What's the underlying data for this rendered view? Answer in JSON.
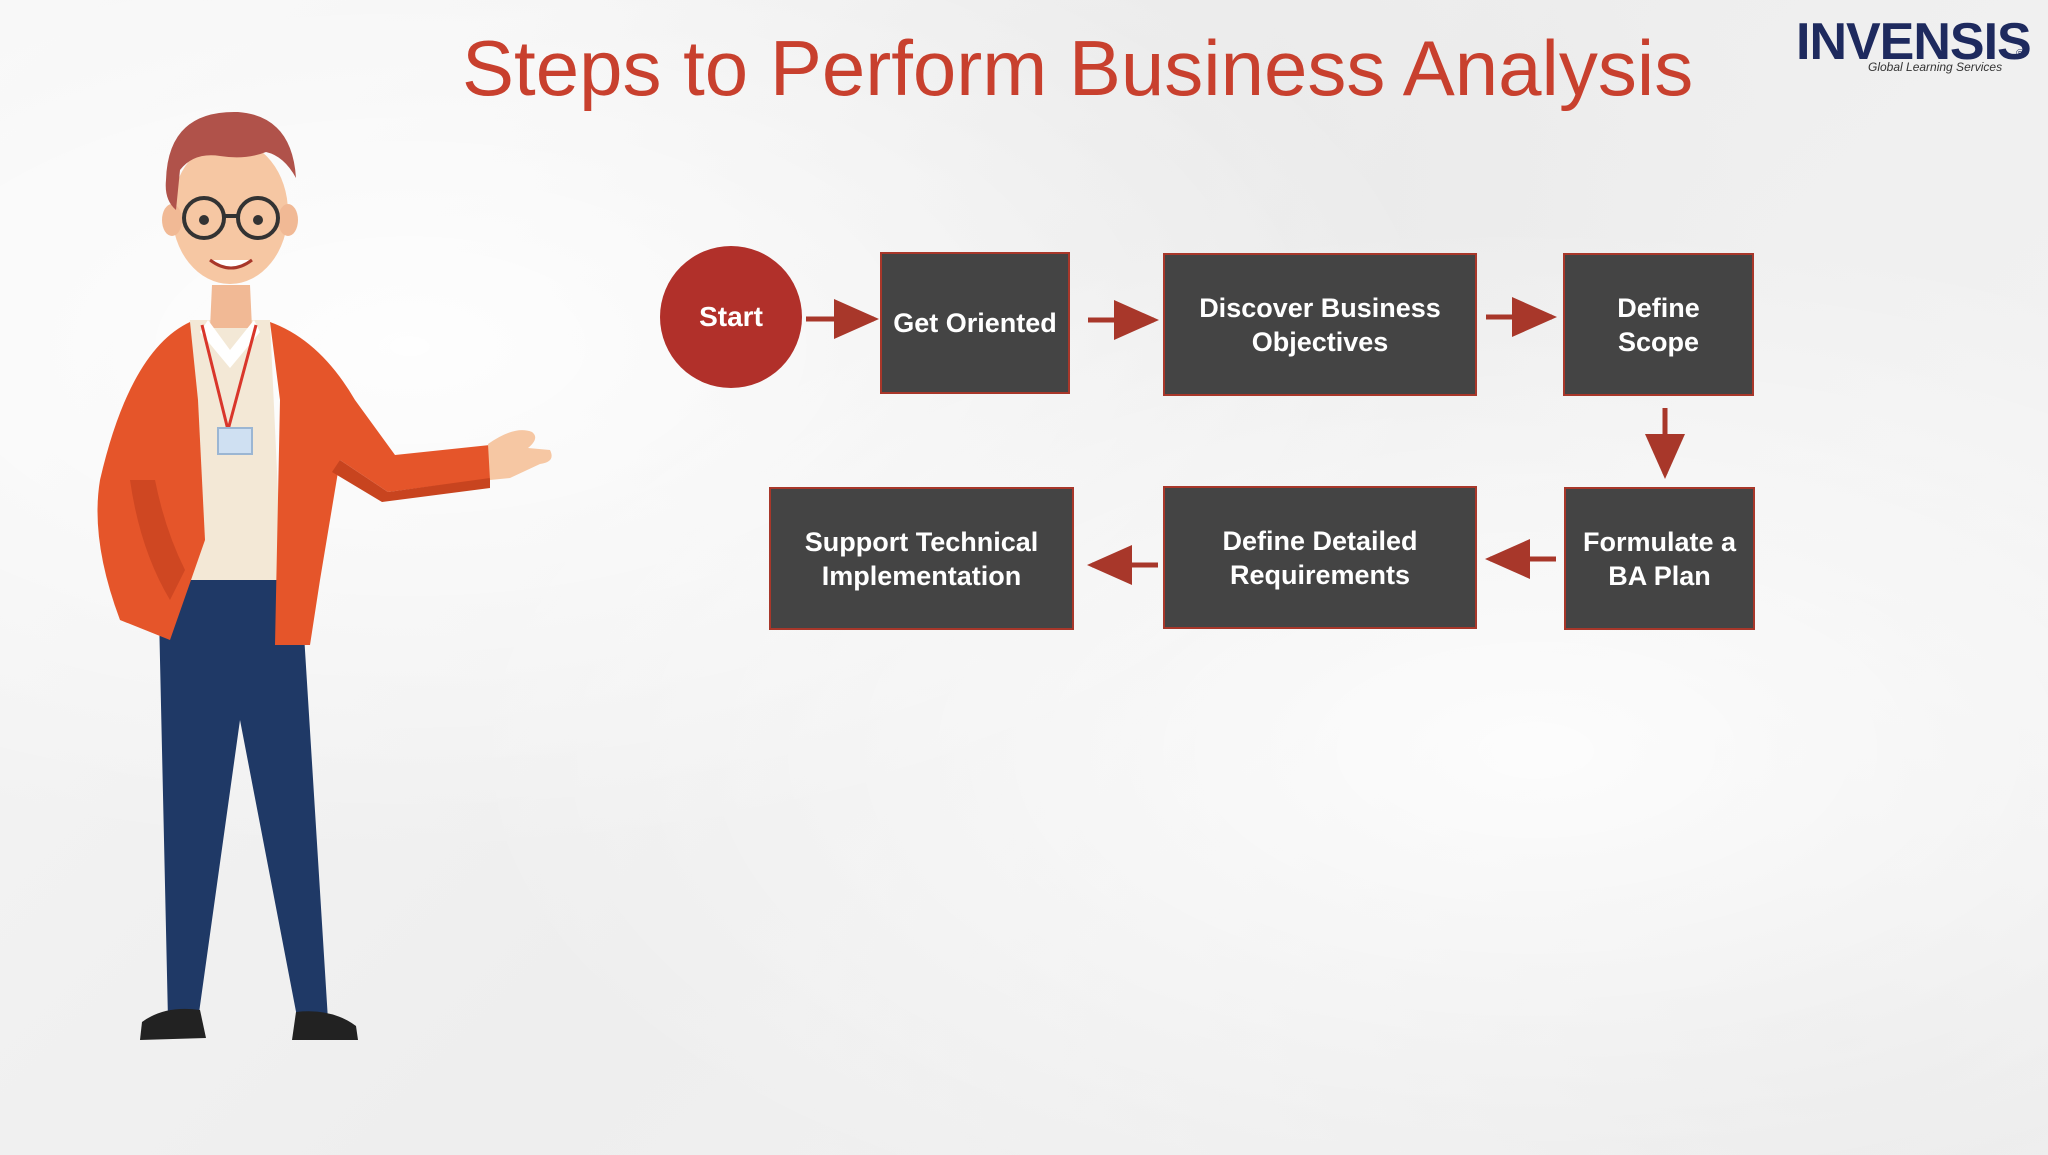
{
  "title": "Steps to Perform Business Analysis",
  "logo": {
    "wordmark": "INVENSIS",
    "registered": "®",
    "tagline": "Global Learning Services",
    "color": "#1e2a5e"
  },
  "colors": {
    "title": "#c8402e",
    "box_fill": "#444444",
    "box_border": "#a8372a",
    "start_fill": "#b1302a",
    "arrow": "#a8372a"
  },
  "flow": {
    "start": "Start",
    "steps": [
      "Get Oriented",
      "Discover Business Objectives",
      "Define Scope",
      "Formulate a BA Plan",
      "Define Detailed Requirements",
      "Support Technical Implementation"
    ]
  }
}
